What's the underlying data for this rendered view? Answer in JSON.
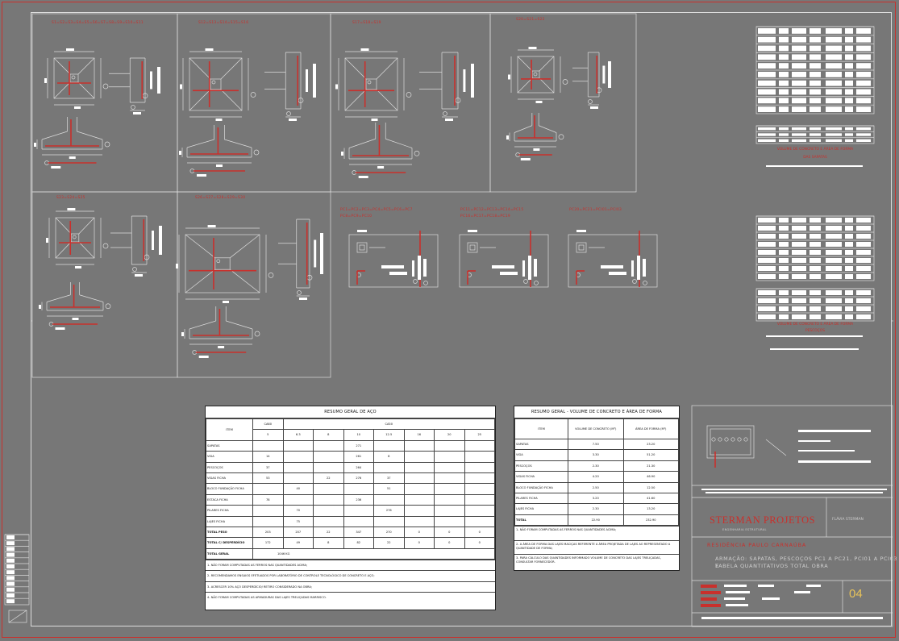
{
  "tables": {
    "aco": {
      "title": "RESUMO GERAL DE AÇO",
      "item_header": "ITEM",
      "ca60": "CA60",
      "ca50": "CA50",
      "diam": [
        "5",
        "6.3",
        "8",
        "10",
        "12.5",
        "16",
        "20",
        "25"
      ],
      "rows": [
        {
          "item": "SAPATAS",
          "v": [
            "",
            "",
            "",
            "271",
            "",
            "",
            "",
            ""
          ]
        },
        {
          "item": "VIGA",
          "v": [
            "14",
            "",
            "",
            "261",
            "8",
            "",
            "",
            ""
          ]
        },
        {
          "item": "PESCOÇOS",
          "v": [
            "37",
            "",
            "",
            "264",
            "",
            "",
            "",
            ""
          ]
        },
        {
          "item": "VIGAS FICHA",
          "v": [
            "53",
            "",
            "22",
            "276",
            "37",
            "",
            "",
            ""
          ]
        },
        {
          "item": "BLOCO FUNDAÇÃO FICHA",
          "v": [
            "",
            "40",
            "",
            "",
            "51",
            "",
            "",
            ""
          ]
        },
        {
          "item": "ESTACA FICHA",
          "v": [
            "78",
            "",
            "",
            "236",
            "",
            "",
            "",
            ""
          ]
        },
        {
          "item": "PILARES FICHA",
          "v": [
            "",
            "70",
            "",
            "",
            "276",
            "",
            "",
            ""
          ]
        },
        {
          "item": "LAJES FICHA",
          "v": [
            "",
            "75",
            "",
            "",
            "",
            "",
            "",
            ""
          ]
        },
        {
          "item": "TOTAL PESO",
          "v": [
            "203",
            "207",
            "22",
            "347",
            "270",
            "0",
            "0",
            "0"
          ],
          "bold": true
        },
        {
          "item": "TOTAL C/ DESPERDÍCIO",
          "v": [
            "172",
            "49",
            "8",
            "82",
            "22",
            "0",
            "0",
            "0"
          ],
          "bold": true
        }
      ],
      "total_label": "TOTAL GERAL",
      "total_value": "1046 KG",
      "notes": [
        "1- NÃO FORAM COMPUTADAS AS FERROS NAS QUANTIDADES ACIMA;",
        "2- RECOMENDAMOS ENSAIOS EFETUADOS POR LABORATÓRIO DE CONTROLE TECNOLÓGICO DE CONCRETO E AÇO;",
        "3- ACRESCER 10% AÇO DESPERDÍCIO/ RETIRO CONSIDERADO NA OBRA;",
        "4- NÃO FORAM COMPUTADAS AS ARMADURAS DAS LAJES TRELIÇADAS MARRISCO."
      ]
    },
    "concreto": {
      "title": "RESUMO GERAL - VOLUME DE CONCRETO E ÁREA DE FORMA",
      "col_item": "ITEM",
      "col_vol": "VOLUME DE CONCRETO (M³)",
      "col_area": "ÁREA DE FORMA (M²)",
      "rows": [
        {
          "item": "SAPATAS",
          "vol": "7.50",
          "area": "23.20"
        },
        {
          "item": "VIGA",
          "vol": "3.30",
          "area": "51.20"
        },
        {
          "item": "PESCOÇOS",
          "vol": "2.30",
          "area": "21.30"
        },
        {
          "item": "VIGAS FICHA",
          "vol": "4.20",
          "area": "46.90"
        },
        {
          "item": "BLOCO FUNDAÇÃO FICHA",
          "vol": "2.50",
          "area": "12.50"
        },
        {
          "item": "PILARES FICHA",
          "vol": "3.20",
          "area": "41.60"
        },
        {
          "item": "LAJES FICHA",
          "vol": "2.30",
          "area": "13.20"
        },
        {
          "item": "TOTAL",
          "vol": "22.90",
          "area": "232.90",
          "bold": true
        }
      ],
      "notes": [
        "1- NÃO FORAM COMPUTADAS AS FERROS NAS QUANTIDADES ACIMA;",
        "2- A ÁREA DE FORMA DAS LAJES MACIÇAS REFERENTE A ÁREA PROJETADA DE LAJES AO REPRESENTADO A QUANTIDADE DE FORMA;",
        "3- PARA CÁLCULO DAS QUANTIDADES INFORMADO VOLUME DE CONCRETO DAS LAJES TRELIÇADAS, CONSULTAR FORNECEDOR."
      ]
    }
  },
  "title_block": {
    "company": "STERMAN PROJETOS",
    "company_sub": "ENGENHARIA ESTRUTURAL",
    "client": "FLÁVIA STERMAN",
    "project": "RESIDÊNCIA PAULO CARNAÚBA",
    "description_line1": "ARMAÇÃO: SAPATAS, PESCOÇOS PC1 A PC21, PCI01 A PCI03 E",
    "description_line2": "TABELA QUANTITATIVOS TOTAL OBRA",
    "sheet_number": "04"
  },
  "schedule_captions": {
    "sapatas": "VOLUME DE CONCRETO E ÁREA DE FORMA",
    "sapatas2": "DAS SAPATAS",
    "pescocos": "VOLUME DE CONCRETO E ÁREA DE FORMA",
    "pescocos2": "PESCOÇOS"
  },
  "detail_titles": {
    "d1": "S1=S2=S3=S4=S5=S6=S7=S8=S9=S10=S11",
    "d2": "S12=S13=S14=S15=S16",
    "d3": "S17=S18=S19",
    "d4": "S20=S21=S22",
    "d5": "S23=S24=S25",
    "d6": "S26=S27=S28=S29=S30",
    "p1a": "PC1=PC2=PC3=PC4=PC5=PC6=PC7",
    "p1b": "PC8=PC9=PC10",
    "p2a": "PC11=PC12=PC13=PC14=PC15",
    "p2b": "PC16=PC17=PC18=PC19",
    "p3": "PC20=PC21=PCI01=PCI03"
  },
  "colors": {
    "background": "#777777",
    "accent": "#c9302c",
    "line": "#ffffff",
    "number": "#e8c35a"
  }
}
